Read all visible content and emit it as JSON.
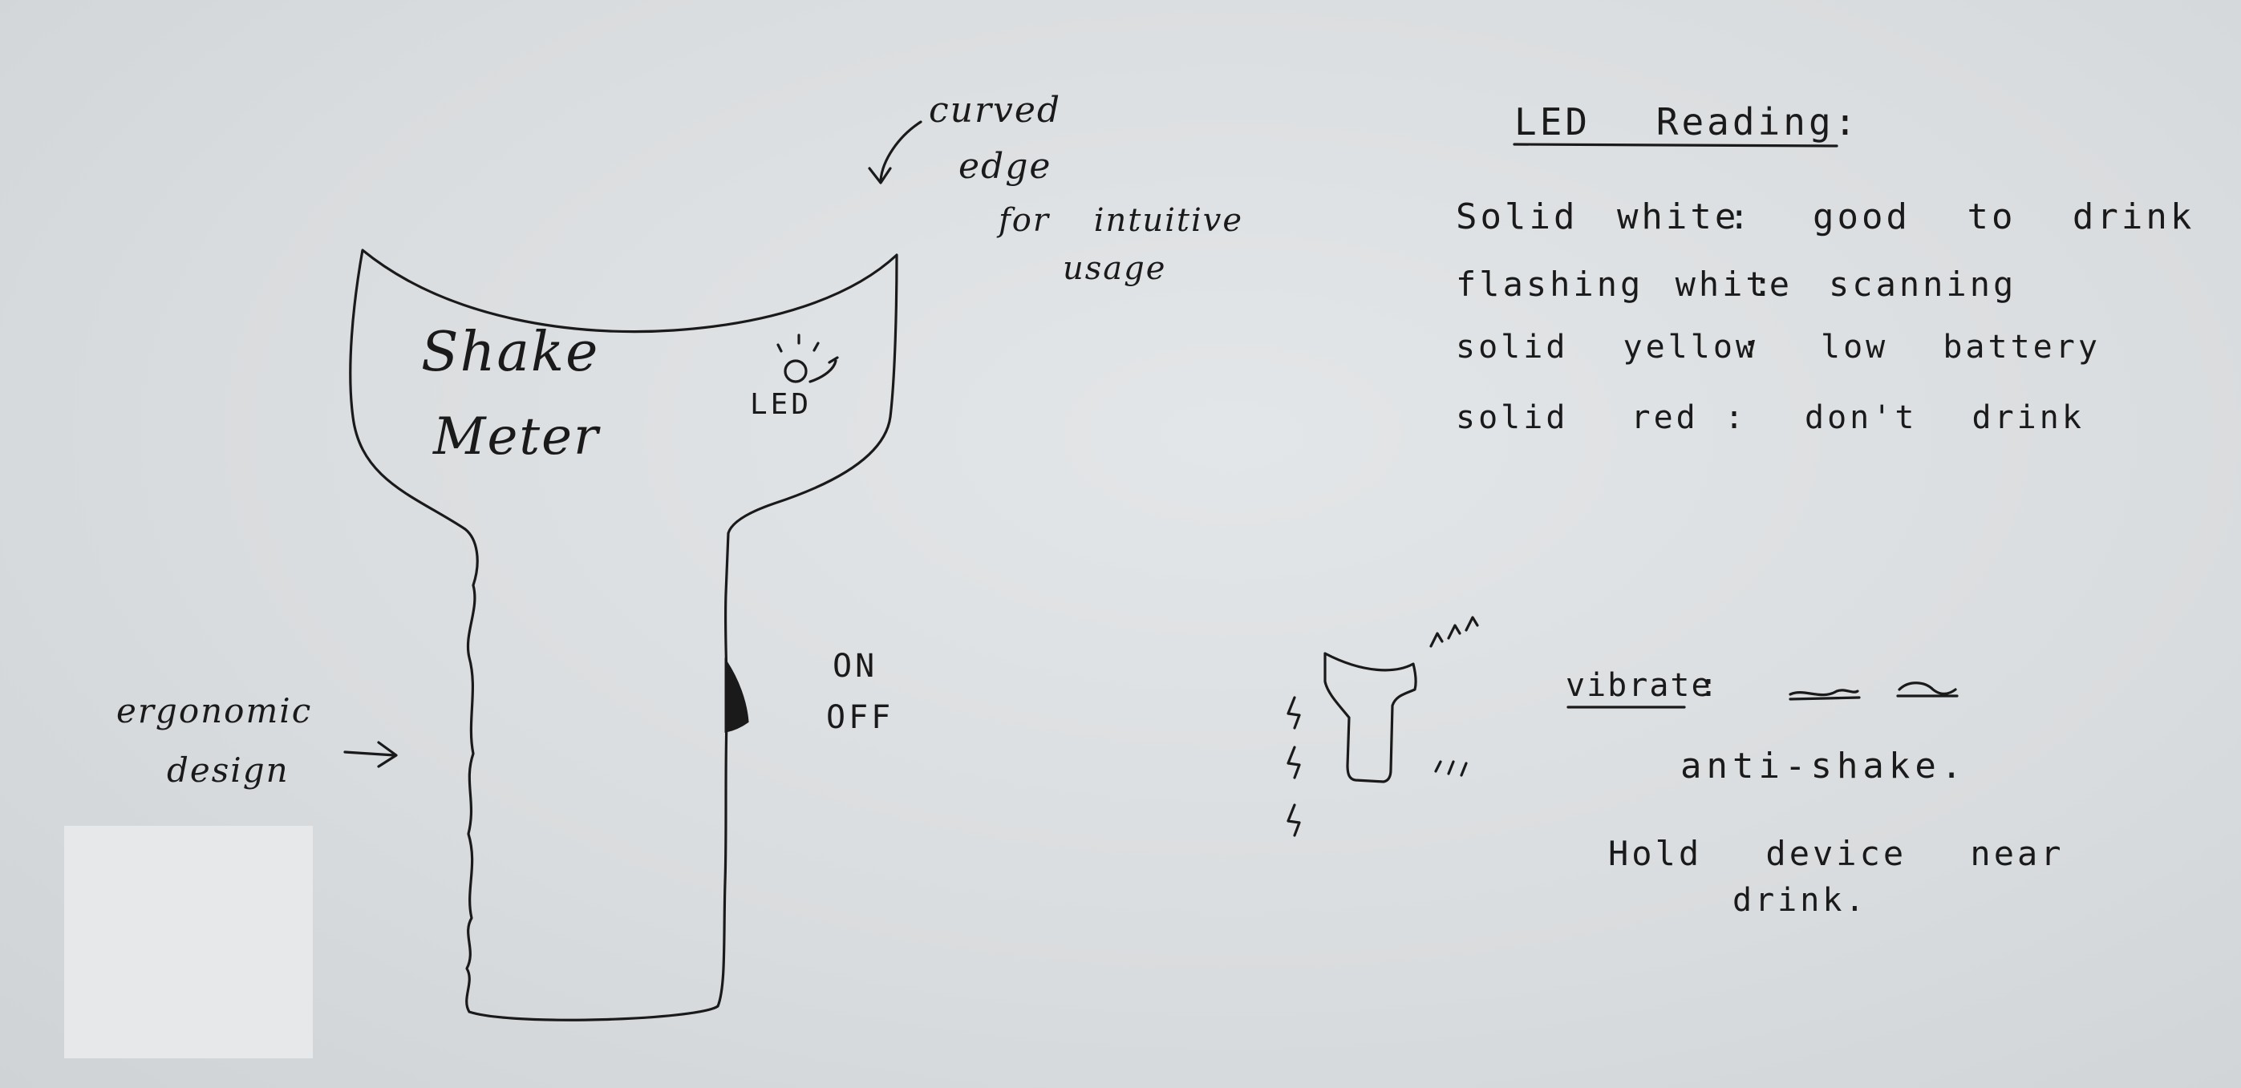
{
  "device": {
    "brand_line1": "Shake",
    "brand_line2": "Meter",
    "led_label": "LED",
    "switch_on": "ON",
    "switch_off": "OFF"
  },
  "annotations": {
    "curved_edge": [
      "curved",
      "edge",
      "for intuitive",
      "usage"
    ],
    "ergonomic": [
      "ergonomic",
      "design"
    ]
  },
  "led_reading": {
    "title": "LED Reading:",
    "rows": [
      {
        "color": "Solid white",
        "sep": ":",
        "meaning": "good to drink"
      },
      {
        "color": "flashing white",
        "sep": ":",
        "meaning": "scanning"
      },
      {
        "color": "solid yellow",
        "sep": ":",
        "meaning": "low battery"
      },
      {
        "color": "solid red",
        "sep": ":",
        "meaning": "don't drink"
      }
    ]
  },
  "vibrate": {
    "label": "vibrate",
    "sep": ":",
    "meaning": "anti-shake.",
    "instruction_line1": "Hold device near",
    "instruction_line2": "drink."
  },
  "colors": {
    "ink": "#1a1a1a",
    "paper": "#dcdfe1"
  }
}
